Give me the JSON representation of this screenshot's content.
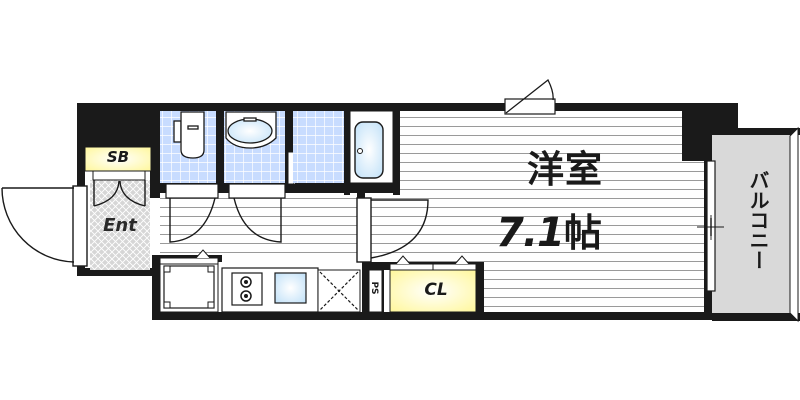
{
  "floor_plan": {
    "rooms": {
      "shoe_box": {
        "label": "SB"
      },
      "entrance": {
        "label": "Ent"
      },
      "closet": {
        "label": "CL"
      },
      "pipe_space": {
        "label": "PS"
      },
      "western_room": {
        "label": "洋室",
        "size_value": "7.1",
        "size_unit": "帖"
      },
      "balcony": {
        "label": "バルコニー"
      }
    },
    "fixtures": [
      "toilet",
      "washbasin",
      "bathtub",
      "washing-machine-space",
      "two-burner-stove",
      "kitchen-sink",
      "refrigerator-space"
    ],
    "colors": {
      "wall": "#1a1a1a",
      "tile": "#c8dcff",
      "tile_grid": "#ffffff",
      "closet_fill": "#fffcb0",
      "entrance_fill": "#d8d8d8",
      "balcony_fill": "#d9d9d9",
      "floor_line": "#9a9a9a"
    }
  }
}
